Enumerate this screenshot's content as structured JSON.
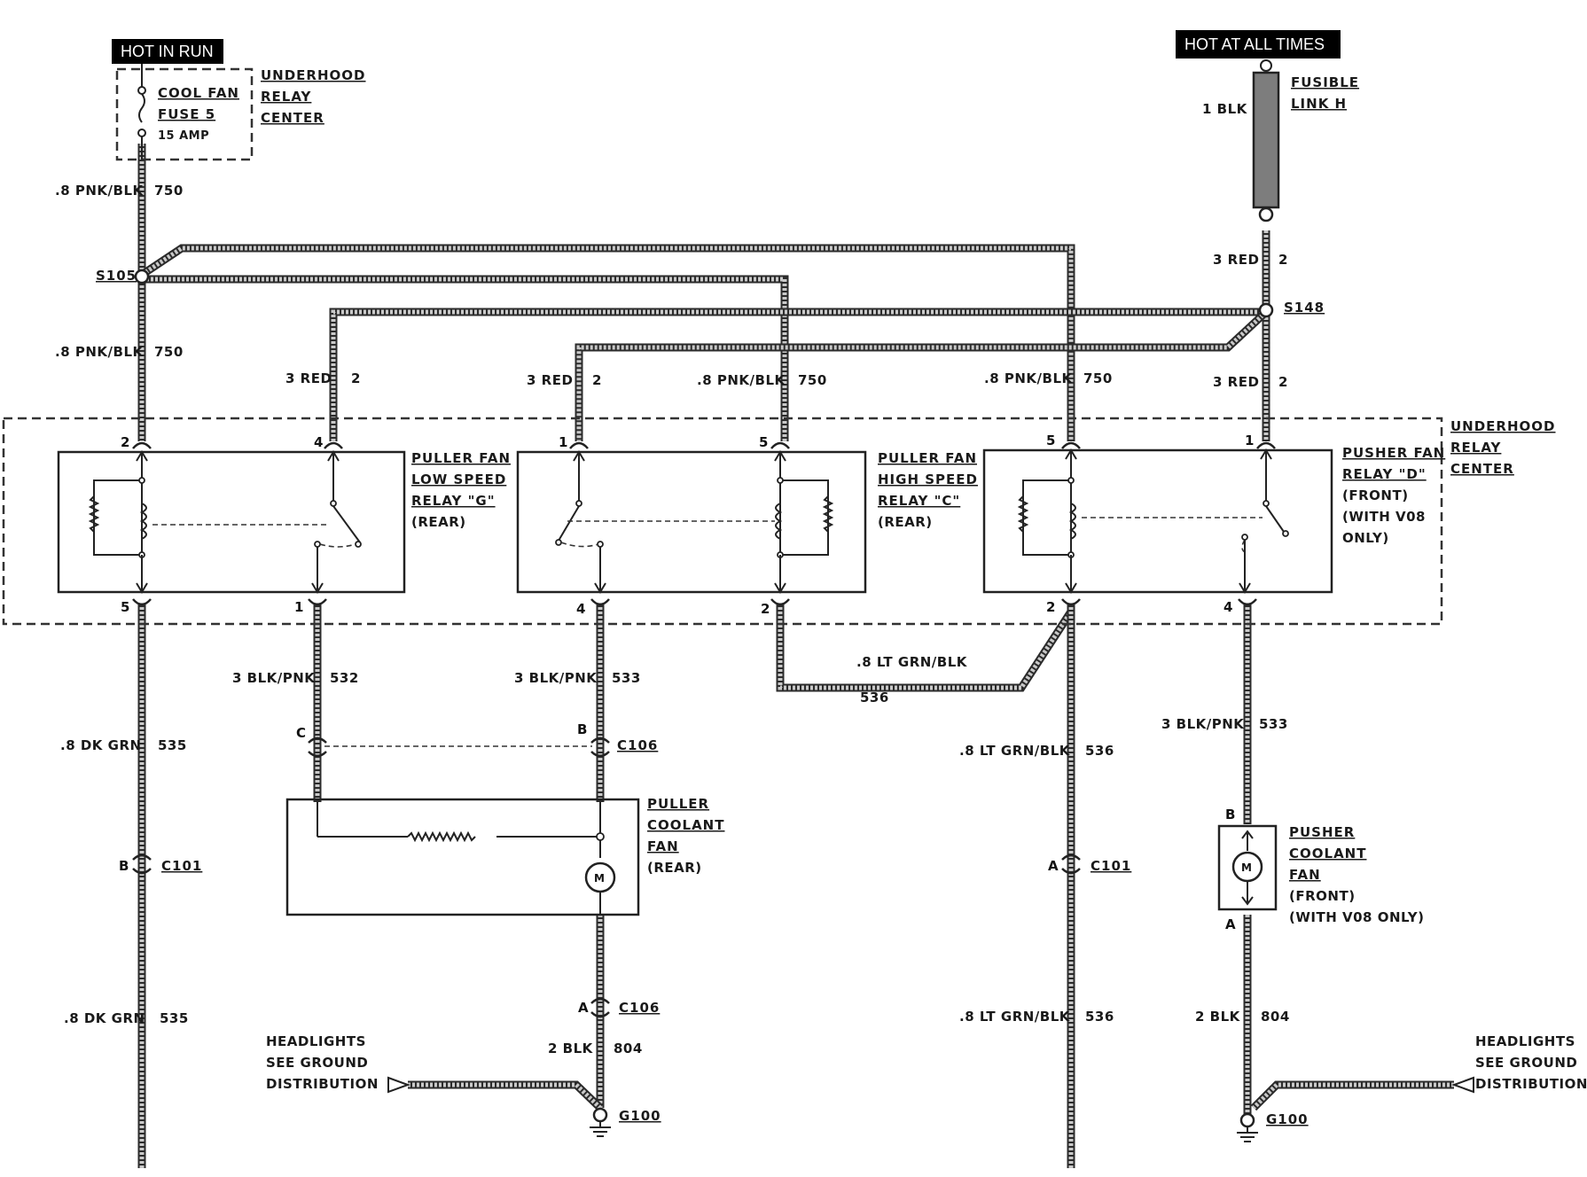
{
  "power": {
    "hot_in_run": "HOT IN RUN",
    "hot_at_all_times": "HOT AT ALL TIMES"
  },
  "fuse": {
    "line1": "COOL FAN",
    "line2": "FUSE 5",
    "line3": "15 AMP"
  },
  "relay_center_top": [
    "UNDERHOOD",
    "RELAY",
    "CENTER"
  ],
  "relay_center_right": [
    "UNDERHOOD",
    "RELAY",
    "CENTER"
  ],
  "fusible_link": [
    "FUSIBLE",
    "LINK H"
  ],
  "splices": {
    "s105": "S105",
    "s148": "S148"
  },
  "relays": {
    "g": [
      "PULLER FAN",
      "LOW SPEED",
      "RELAY \"G\"",
      "(REAR)"
    ],
    "c": [
      "PULLER FAN",
      "HIGH SPEED",
      "RELAY \"C\"",
      "(REAR)"
    ],
    "d": [
      "PUSHER FAN",
      "RELAY \"D\"",
      "(FRONT)",
      "(WITH V08",
      "ONLY)"
    ]
  },
  "pins": {
    "g_top_left": "2",
    "g_top_right": "4",
    "g_bot_left": "5",
    "g_bot_right": "1",
    "c_top_left": "1",
    "c_top_right": "5",
    "c_bot_left": "4",
    "c_bot_right": "2",
    "d_top_left": "5",
    "d_top_right": "1",
    "d_bot_left": "2",
    "d_bot_right": "4"
  },
  "wires": {
    "w1_gauge": "1 BLK",
    "w750_top_gauge": ".8 PNK/BLK",
    "w750_top_num": "750",
    "w750_mid_gauge": ".8 PNK/BLK",
    "w750_mid_num": "750",
    "w2_right_gauge": "3 RED",
    "w2_right_num": "2",
    "w2_g_gauge": "3 RED",
    "w2_g_num": "2",
    "w2_c_gauge": "3 RED",
    "w2_c_num": "2",
    "w750_c_gauge": ".8 PNK/BLK",
    "w750_c_num": "750",
    "w750_d_gauge": ".8 PNK/BLK",
    "w750_d_num": "750",
    "w2_d_gauge": "3 RED",
    "w2_d_num": "2",
    "w532_gauge": "3 BLK/PNK",
    "w532_num": "532",
    "w533_gauge": "3 BLK/PNK",
    "w533_num": "533",
    "w536_h_gauge": ".8 LT GRN/BLK",
    "w536_h_num": "536",
    "w533_d_gauge": "3 BLK/PNK",
    "w533_d_num": "533",
    "w535_a_gauge": ".8 DK GRN",
    "w535_a_num": "535",
    "w536_a_gauge": ".8 LT GRN/BLK",
    "w536_a_num": "536",
    "w535_b_gauge": ".8 DK GRN",
    "w535_b_num": "535",
    "w536_b_gauge": ".8 LT GRN/BLK",
    "w536_b_num": "536",
    "w804_a_gauge": "2 BLK",
    "w804_a_num": "804",
    "w804_b_gauge": "2 BLK",
    "w804_b_num": "804"
  },
  "connectors": {
    "c106_top": "C106",
    "c106_top_pin_c": "C",
    "c106_top_pin_b": "B",
    "c106_bot": "C106",
    "c106_bot_pin": "A",
    "c101_left": "C101",
    "c101_left_pin": "B",
    "c101_right": "C101",
    "c101_right_pin": "A",
    "pusher_pin_b": "B",
    "pusher_pin_a": "A"
  },
  "puller_fan": [
    "PULLER",
    "COOLANT",
    "FAN",
    "(REAR)"
  ],
  "pusher_fan": [
    "PUSHER",
    "COOLANT",
    "FAN",
    "(FRONT)",
    "(WITH V08 ONLY)"
  ],
  "motor_symbol": "M",
  "grounds": {
    "g100_left": "G100",
    "g100_right": "G100"
  },
  "headlights_left": [
    "HEADLIGHTS",
    "SEE GROUND",
    "DISTRIBUTION"
  ],
  "headlights_right": [
    "HEADLIGHTS",
    "SEE GROUND",
    "DISTRIBUTION"
  ]
}
